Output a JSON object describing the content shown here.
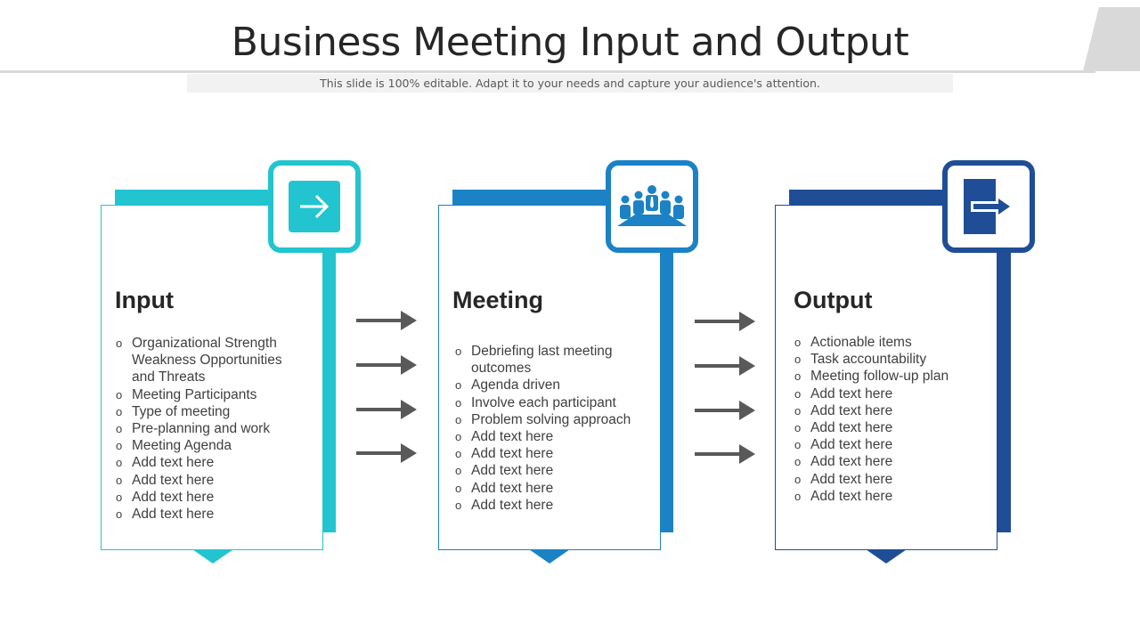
{
  "title": "Business Meeting Input and Output",
  "subtitle": "This slide is 100% editable. Adapt it to your needs and capture your audience's attention.",
  "colors": {
    "input": "#22c4cf",
    "meeting": "#1b82c6",
    "output": "#1f4e96",
    "arrow": "#595959"
  },
  "columns": [
    {
      "heading": "Input",
      "icon": "arrow-right-icon",
      "items": [
        "Organizational Strength Weakness Opportunities and Threats",
        "Meeting Participants",
        "Type of meeting",
        "Pre-planning and work",
        "Meeting Agenda",
        "Add text here",
        "Add text here",
        "Add text here",
        "Add text here"
      ]
    },
    {
      "heading": "Meeting",
      "icon": "meeting-table-icon",
      "items": [
        "Debriefing last meeting outcomes",
        "Agenda driven",
        "Involve  each participant",
        "Problem solving approach",
        "Add text here",
        "Add text here",
        "Add text here",
        "Add text here",
        "Add text here"
      ]
    },
    {
      "heading": "Output",
      "icon": "exit-arrow-icon",
      "items": [
        "Actionable items",
        "Task accountability",
        "Meeting follow-up  plan",
        "Add text here",
        "Add text here",
        "Add text here",
        "Add text here",
        "Add text here",
        "Add text here",
        "Add text here"
      ]
    }
  ]
}
